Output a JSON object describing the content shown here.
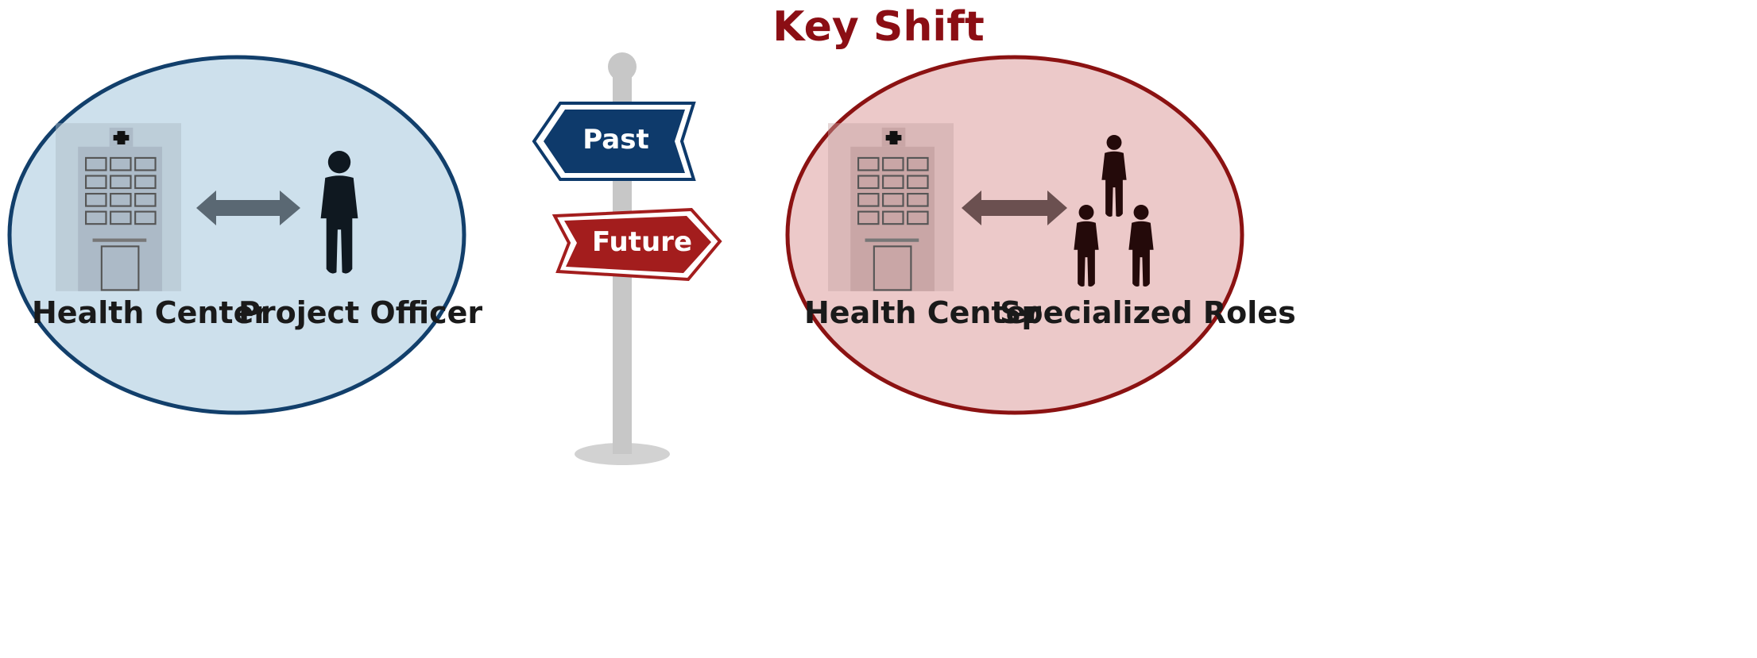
{
  "title": "Key Shift",
  "colors": {
    "title": "#8b0e14",
    "past_accent": "#0e3a6b",
    "future_accent": "#a31d1d",
    "left_fill": "#cde0ec",
    "right_fill": "#ecc9c9",
    "person": "#0f1820",
    "person_right": "#240a0a",
    "pole": "#c7c7c7"
  },
  "signpost": {
    "past_label": "Past",
    "future_label": "Future"
  },
  "left_panel": {
    "building_label": "Health Center",
    "person_label": "Project Officer",
    "building_icon": "hospital-building-icon",
    "person_icon": "single-person-icon",
    "arrow_icon": "double-arrow-icon"
  },
  "right_panel": {
    "building_label": "Health Center",
    "person_label": "Specialized Roles",
    "building_icon": "hospital-building-icon",
    "person_icon": "three-people-icon",
    "arrow_icon": "double-arrow-icon"
  }
}
